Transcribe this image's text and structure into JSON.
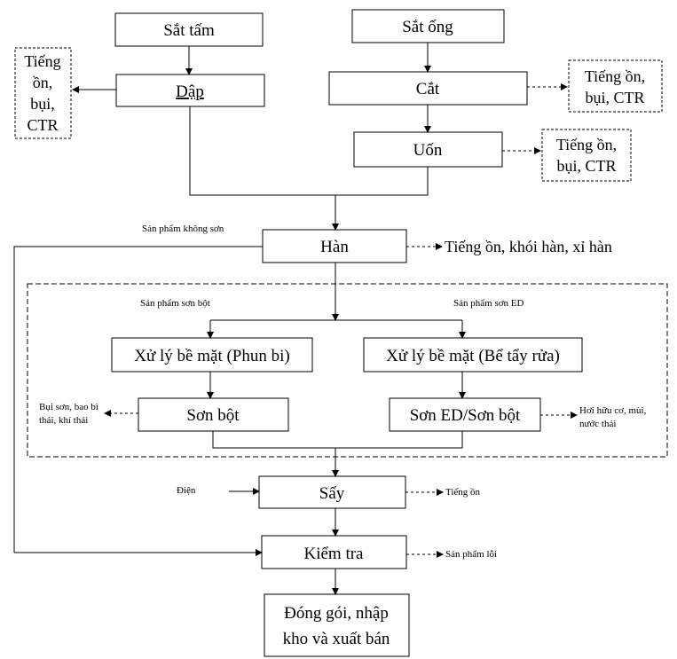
{
  "nodes": {
    "sat_tam": "Sắt tấm",
    "sat_ong": "Sắt ống",
    "dap": "Dập",
    "cat": "Cắt",
    "uon": "Uốn",
    "han": "Hàn",
    "xu_ly_phun_bi": "Xử lý bề mặt (Phun bi)",
    "xu_ly_be_tay": "Xử lý bề mặt (Bể tẩy rửa)",
    "son_bot": "Sơn bột",
    "son_ed": "Sơn ED/Sơn bột",
    "say": "Sấy",
    "kiem_tra": "Kiểm tra",
    "dong_goi_line1": "Đóng gói, nhập",
    "dong_goi_line2": "kho và xuất bán"
  },
  "emissions": {
    "dap_line1": "Tiếng",
    "dap_line2": "ồn,",
    "dap_line3": "bụi,",
    "dap_line4": "CTR",
    "cat_line1": "Tiếng ồn,",
    "cat_line2": "bụi, CTR",
    "uon_line1": "Tiếng ồn,",
    "uon_line2": "bụi, CTR",
    "han": "Tiếng ồn, khói hàn, xỉ hàn",
    "son_bot_line1": "Bụi sơn, bao bì",
    "son_bot_line2": "thải, khí thải",
    "son_ed_line1": "Hơi hữu cơ, mùi,",
    "son_ed_line2": "nước thải",
    "say": "Tiếng ồn",
    "kiem_tra": "Sản phẩm lỗi"
  },
  "labels": {
    "khong_son": "Sản phẩm không sơn",
    "son_bot": "Sản phẩm sơn bột",
    "son_ed": "Sản phẩm sơn ED",
    "dien": "Điện"
  }
}
